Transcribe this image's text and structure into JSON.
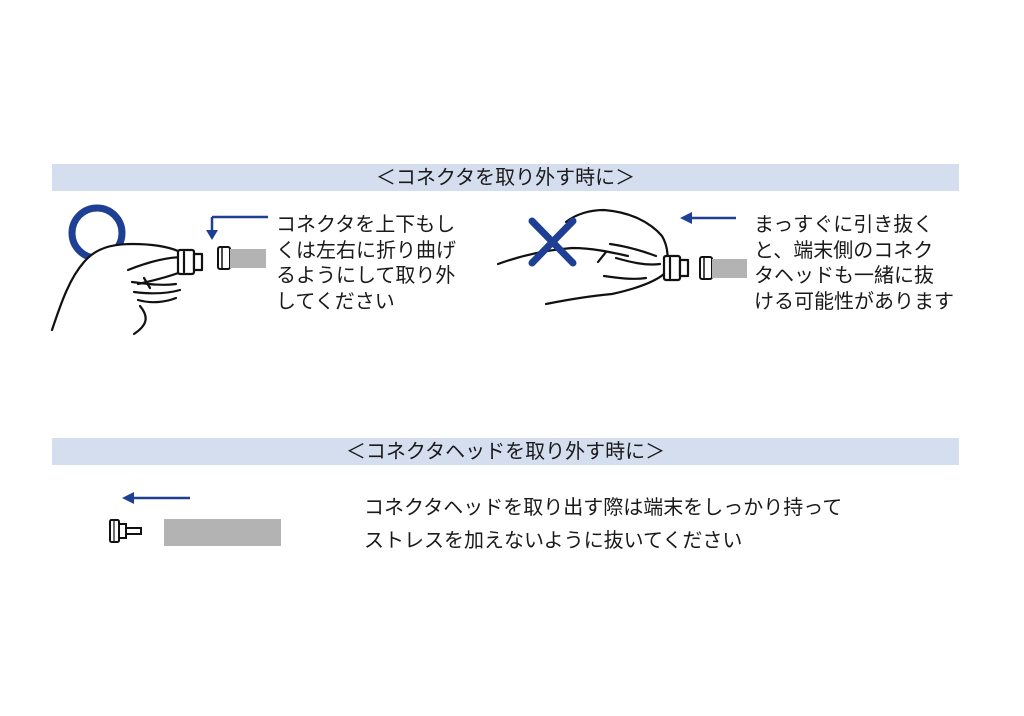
{
  "section_connector": {
    "banner": "＜コネクタを取り外す時に＞",
    "correct": {
      "symbol": "ok-circle-icon",
      "lines": [
        "コネクタを上下もし",
        "くは左右に折り曲げ",
        "るようにして取り外",
        "してください"
      ]
    },
    "wrong": {
      "symbol": "ng-cross-icon",
      "lines": [
        "まっすぐに引き抜く",
        "と、端末側のコネク",
        "タヘッドも一緒に抜",
        "ける可能性があります"
      ]
    }
  },
  "section_head": {
    "banner": "＜コネクタヘッドを取り外す時に＞",
    "lines": [
      "コネクタヘッドを取り出す際は端末をしっかり持って",
      "ストレスを加えないように抜いてください"
    ]
  },
  "colors": {
    "accent": "#1f3f94",
    "banner": "#d4deee",
    "gray_part": "#b3b3b3"
  }
}
